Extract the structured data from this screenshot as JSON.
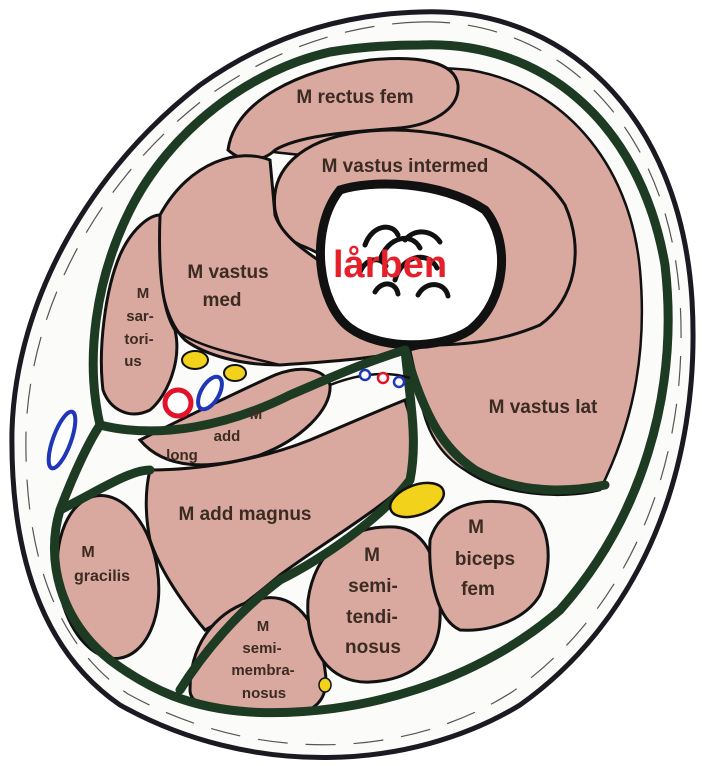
{
  "colors": {
    "skin_outline": "#1a1a22",
    "fascia": "#1d3a22",
    "muscle": "#d9a9a0",
    "muscle_stroke": "#111111",
    "artery": "#e2122a",
    "vein": "#1f36b8",
    "nerve": "#f2d21a",
    "bone_label": "#e5202a",
    "label": "#3b2b22"
  },
  "bone": {
    "label": "lårben"
  },
  "muscles": {
    "rectus_femoris": [
      "M rectus fem"
    ],
    "vastus_intermedius": [
      "M vastus intermed"
    ],
    "vastus_medialis": [
      "M vastus",
      "med"
    ],
    "sartorius": [
      "M",
      "sar-",
      "tori-",
      "us"
    ],
    "vastus_lateralis": [
      "M vastus lat"
    ],
    "adductor_longus": [
      "M",
      "add",
      "long"
    ],
    "adductor_magnus": [
      "M add magnus"
    ],
    "gracilis": [
      "M",
      "gracilis"
    ],
    "semimembranosus": [
      "M",
      "semi-",
      "membra-",
      "nosus"
    ],
    "semitendinosus": [
      "M",
      "semi-",
      "tendi-",
      "nosus"
    ],
    "biceps_femoris": [
      "M",
      "biceps",
      "fem"
    ]
  }
}
